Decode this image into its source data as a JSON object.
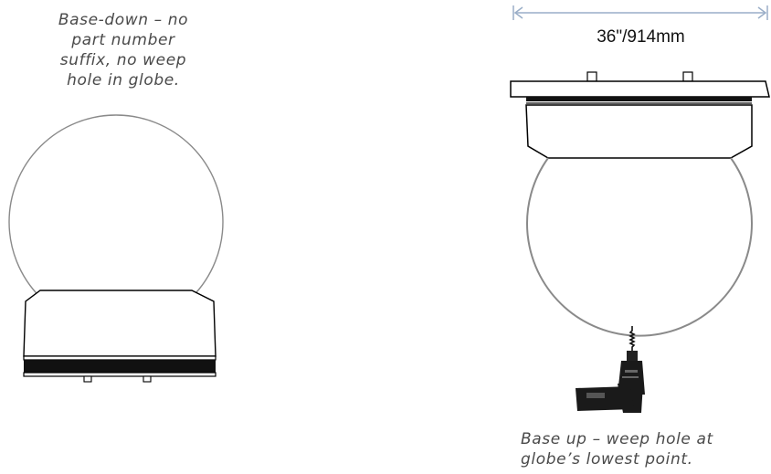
{
  "left_fixture": {
    "caption_lines": [
      "Base-down – no",
      "part number",
      "suffix, no weep",
      "hole in globe."
    ]
  },
  "right_fixture": {
    "dimension_label": "36\"/914mm",
    "caption_lines": [
      "Base up – weep hole at",
      "globe’s lowest point."
    ]
  },
  "colors": {
    "globe_outline": "#8a8a8a",
    "line": "#000000",
    "dimension_line": "#9aaec8",
    "caption_text": "#4a4a4a"
  }
}
